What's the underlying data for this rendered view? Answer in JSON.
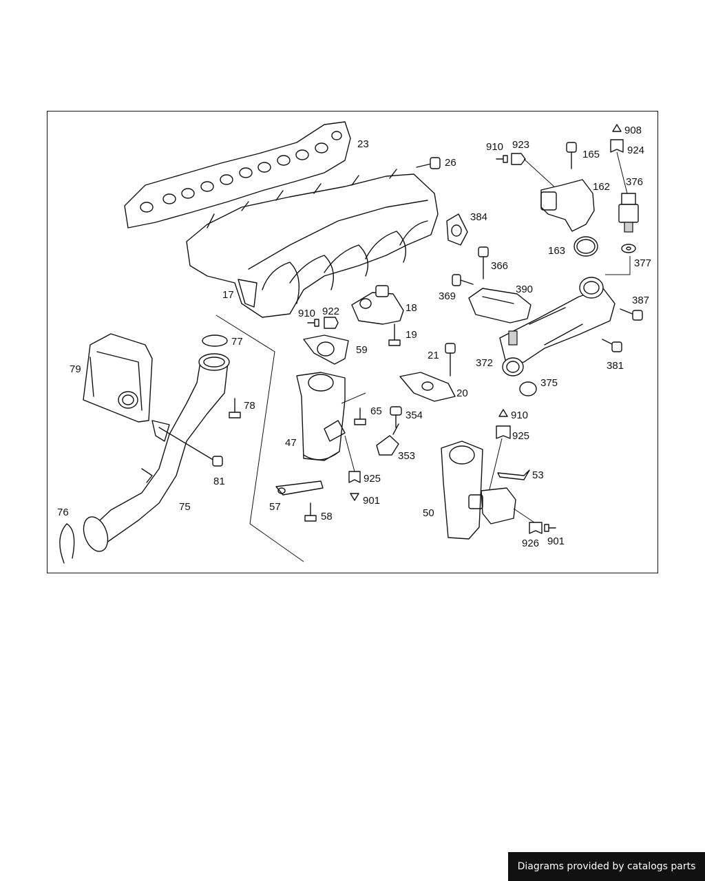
{
  "credit": "Diagrams provided by catalogs parts",
  "callouts": {
    "c23": "23",
    "c26": "26",
    "c17": "17",
    "c910a": "910",
    "c923": "923",
    "c165": "165",
    "c162": "162",
    "c908": "908",
    "c924": "924",
    "c376": "376",
    "c384": "384",
    "c163": "163",
    "c377": "377",
    "c366": "366",
    "c369": "369",
    "c390": "390",
    "c387": "387",
    "c910b": "910",
    "c922": "922",
    "c18": "18",
    "c19": "19",
    "c77": "77",
    "c79": "79",
    "c59": "59",
    "c21": "21",
    "c372": "372",
    "c381": "381",
    "c375": "375",
    "c20": "20",
    "c78": "78",
    "c65": "65",
    "c354": "354",
    "c47": "47",
    "c353": "353",
    "c910c": "910",
    "c925a": "925",
    "c53": "53",
    "c81": "81",
    "c925b": "925",
    "c901a": "901",
    "c75": "75",
    "c76": "76",
    "c57": "57",
    "c58": "58",
    "c50": "50",
    "c926": "926",
    "c901b": "901"
  }
}
